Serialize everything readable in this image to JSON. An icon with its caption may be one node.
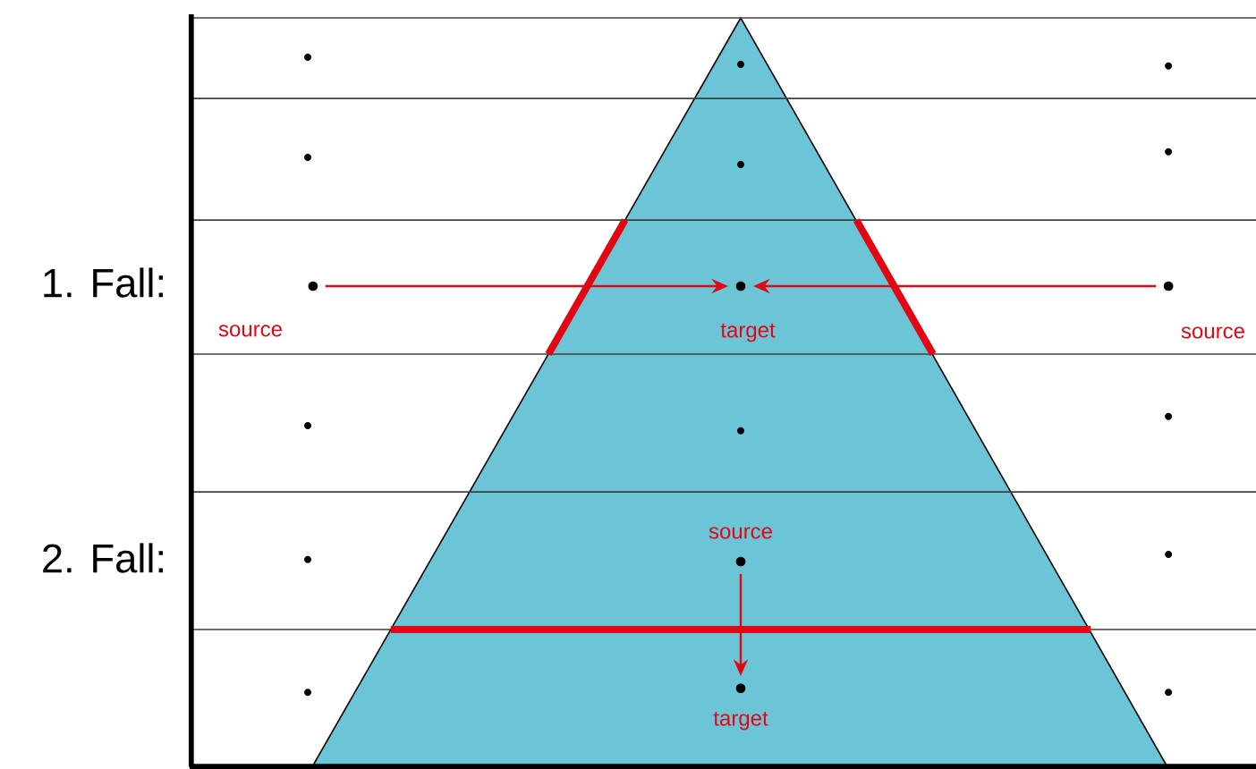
{
  "diagram": {
    "nodes": [
      {
        "text": [],
        "shape": "circle",
        "beside": [
          "source"
        ]
      },
      {
        "text": [],
        "shape": "circle",
        "beside": [
          "target"
        ]
      },
      {
        "text": [],
        "shape": "circle",
        "beside": [
          "source"
        ]
      },
      {
        "text": [],
        "shape": "circle",
        "beside": [
          "source"
        ]
      },
      {
        "text": [],
        "shape": "circle",
        "beside": [
          "target"
        ]
      }
    ],
    "edges": [
      {
        "from": 0,
        "to": 1,
        "arrow": "to",
        "color": "#e30613"
      },
      {
        "from": 2,
        "to": 1,
        "arrow": "to",
        "color": "#e30613"
      },
      {
        "from": 3,
        "to": 4,
        "arrow": "to",
        "color": "#e30613"
      }
    ],
    "labels": [
      "1. Fall:",
      "2. Fall:"
    ]
  }
}
